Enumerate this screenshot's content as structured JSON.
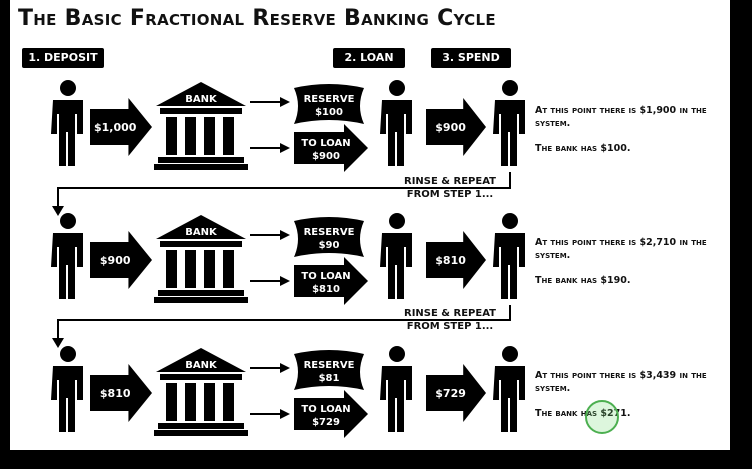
{
  "title": "The Basic Fractional Reserve Banking Cycle",
  "steps": {
    "deposit": "1. DEPOSIT",
    "loan": "2. LOAN",
    "spend": "3. SPEND"
  },
  "bank_label": "BANK",
  "rinse_repeat": [
    "RINSE & REPEAT",
    "FROM STEP 1..."
  ],
  "rows": [
    {
      "deposit": "$1,000",
      "reserve_label": "RESERVE",
      "reserve": "$100",
      "loan_label": "TO LOAN",
      "loan": "$900",
      "spend": "$900",
      "note_system": "At this point there is $1,900 in the system.",
      "note_bank": "The bank has $100."
    },
    {
      "deposit": "$900",
      "reserve_label": "RESERVE",
      "reserve": "$90",
      "loan_label": "TO LOAN",
      "loan": "$810",
      "spend": "$810",
      "note_system": "At this point there is $2,710 in the system.",
      "note_bank": "The bank has $190."
    },
    {
      "deposit": "$810",
      "reserve_label": "RESERVE",
      "reserve": "$81",
      "loan_label": "TO LOAN",
      "loan": "$729",
      "spend": "$729",
      "note_system": "At this point there is $3,439 in the system.",
      "note_bank": "The bank has $271."
    }
  ]
}
